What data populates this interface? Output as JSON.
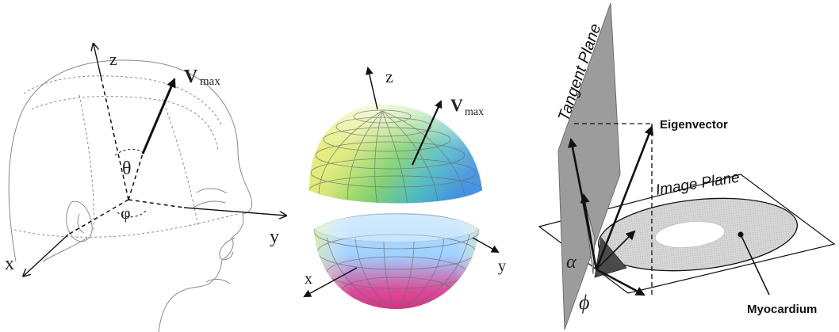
{
  "panel_head": {
    "axis_z": "z",
    "axis_x": "x",
    "axis_y": "y",
    "vector_main": "V",
    "vector_sub": "max",
    "angle_theta": "θ",
    "angle_phi": "φ"
  },
  "panel_sphere": {
    "axis_z": "z",
    "axis_x": "x",
    "axis_y": "y",
    "vector_main": "V",
    "vector_sub": "max"
  },
  "panel_planes": {
    "tangent_plane": "Tangent Plane",
    "image_plane": "Image Plane",
    "eigenvector": "Eigenvector",
    "myocardium": "Myocardium",
    "angle_alpha": "α",
    "angle_phi": "ϕ"
  },
  "colors": {
    "line": "#111111",
    "head_outline": "#7a7a7a",
    "tangent_plane_fill": "#9c9c9c",
    "myocardium_fill": "#d2d2d2",
    "alpha_wedge": "#555555",
    "phi_wedge": "#3a3a3a"
  },
  "icons": {
    "head": "human-head-outline",
    "sphere": "colored-split-sphere"
  }
}
